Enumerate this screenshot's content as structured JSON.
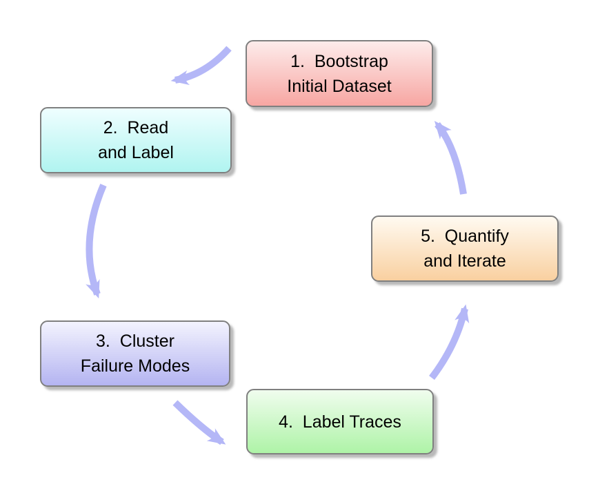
{
  "diagram": {
    "type": "cycle-flowchart",
    "background_color": "#ffffff",
    "node_border_color": "#7f7f7f",
    "arrow_color": "#b4b7f7",
    "text_color": "#000000",
    "nodes": [
      {
        "id": "bootstrap-initial-dataset",
        "step": "1",
        "label": "1.  Bootstrap Initial Dataset",
        "lines": [
          "1.  Bootstrap",
          "Initial Dataset"
        ],
        "fill_top": "#fdeceb",
        "fill_bottom": "#f7a6a2"
      },
      {
        "id": "read-and-label",
        "step": "2",
        "label": "2.  Read and Label",
        "lines": [
          "2.  Read",
          "and Label"
        ],
        "fill_top": "#effeff",
        "fill_bottom": "#b0f4f0"
      },
      {
        "id": "cluster-failure-modes",
        "step": "3",
        "label": "3.  Cluster Failure Modes",
        "lines": [
          "3.  Cluster",
          "Failure Modes"
        ],
        "fill_top": "#f3f3fe",
        "fill_bottom": "#b4b4f1"
      },
      {
        "id": "label-traces",
        "step": "4",
        "label": "4.  Label Traces",
        "lines": [
          "4.  Label Traces"
        ],
        "fill_top": "#f0fdee",
        "fill_bottom": "#aef3a7"
      },
      {
        "id": "quantify-and-iterate",
        "step": "5",
        "label": "5.  Quantify and Iterate",
        "lines": [
          "5.  Quantify",
          "and Iterate"
        ],
        "fill_top": "#fffaf1",
        "fill_bottom": "#f9d0a0"
      }
    ],
    "arrows": [
      {
        "from": "bootstrap-initial-dataset",
        "to": "read-and-label"
      },
      {
        "from": "read-and-label",
        "to": "cluster-failure-modes"
      },
      {
        "from": "cluster-failure-modes",
        "to": "label-traces"
      },
      {
        "from": "label-traces",
        "to": "quantify-and-iterate"
      },
      {
        "from": "quantify-and-iterate",
        "to": "bootstrap-initial-dataset"
      }
    ]
  }
}
